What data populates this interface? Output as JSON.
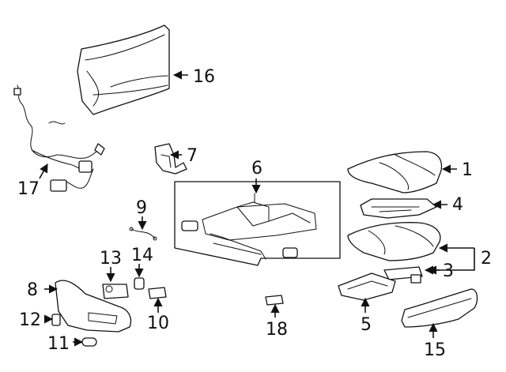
{
  "diagram": {
    "callouts": [
      "1",
      "2",
      "3",
      "4",
      "5",
      "6",
      "7",
      "8",
      "9",
      "10",
      "11",
      "12",
      "13",
      "14",
      "15",
      "16",
      "17",
      "18"
    ]
  },
  "icons": {
    "part-16": "seat-back-panel-icon",
    "part-17": "wire-harness-icon",
    "part-7": "bracket-icon",
    "part-6": "seat-adjuster-frame-icon",
    "part-1": "seat-cushion-cover-icon",
    "part-4": "heater-pad-icon",
    "part-2": "seat-cushion-pad-icon",
    "part-3": "sensor-module-icon",
    "part-5": "bracket-tray-icon",
    "part-15": "side-trim-panel-icon",
    "part-8": "outer-shield-icon",
    "part-13": "switch-bezel-icon",
    "part-14": "knob-icon",
    "part-10": "switch-icon",
    "part-12": "clip-icon",
    "part-11": "cap-icon",
    "part-18": "connector-icon",
    "part-9": "cable-icon"
  }
}
